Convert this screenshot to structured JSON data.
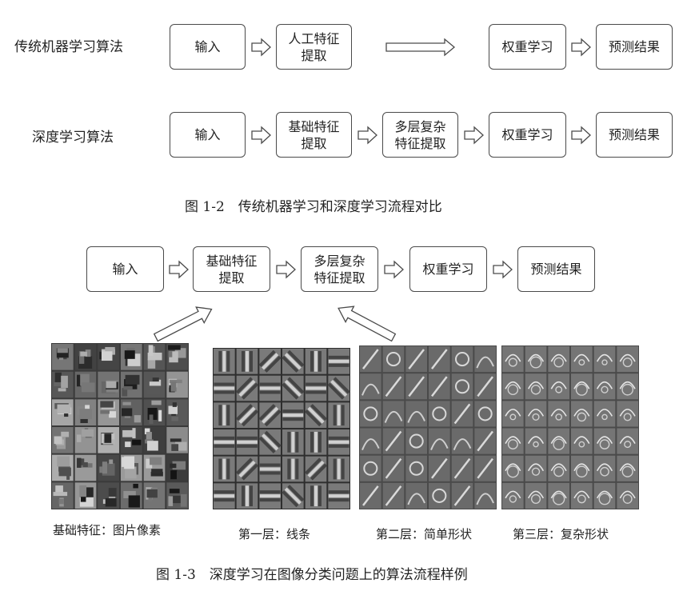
{
  "fig2": {
    "row1_label": "传统机器学习算法",
    "row2_label": "深度学习算法",
    "row1": {
      "input": "输入",
      "manual_feature": "人工特征\n提取",
      "weight": "权重学习",
      "result": "预测结果"
    },
    "row2": {
      "input": "输入",
      "basic_feature": "基础特征\n提取",
      "multi_feature": "多层复杂\n特征提取",
      "weight": "权重学习",
      "result": "预测结果"
    },
    "caption": "图 1-2　传统机器学习和深度学习流程对比"
  },
  "fig3": {
    "flow": {
      "input": "输入",
      "basic_feature": "基础特征\n提取",
      "multi_feature": "多层复杂\n特征提取",
      "weight": "权重学习",
      "result": "预测结果"
    },
    "panels": [
      {
        "label": "基础特征：图片像素",
        "style": "pixels"
      },
      {
        "label": "第一层：线条",
        "style": "lines"
      },
      {
        "label": "第二层：简单形状",
        "style": "shapes"
      },
      {
        "label": "第三层：复杂形状",
        "style": "complex"
      }
    ],
    "caption": "图 1-3　深度学习在图像分类问题上的算法流程样例"
  },
  "colors": {
    "border": "#4a4a4a",
    "panel_dark": "#3a3a3a",
    "panel_mid": "#6e6e6e",
    "panel_light": "#9a9a9a"
  }
}
